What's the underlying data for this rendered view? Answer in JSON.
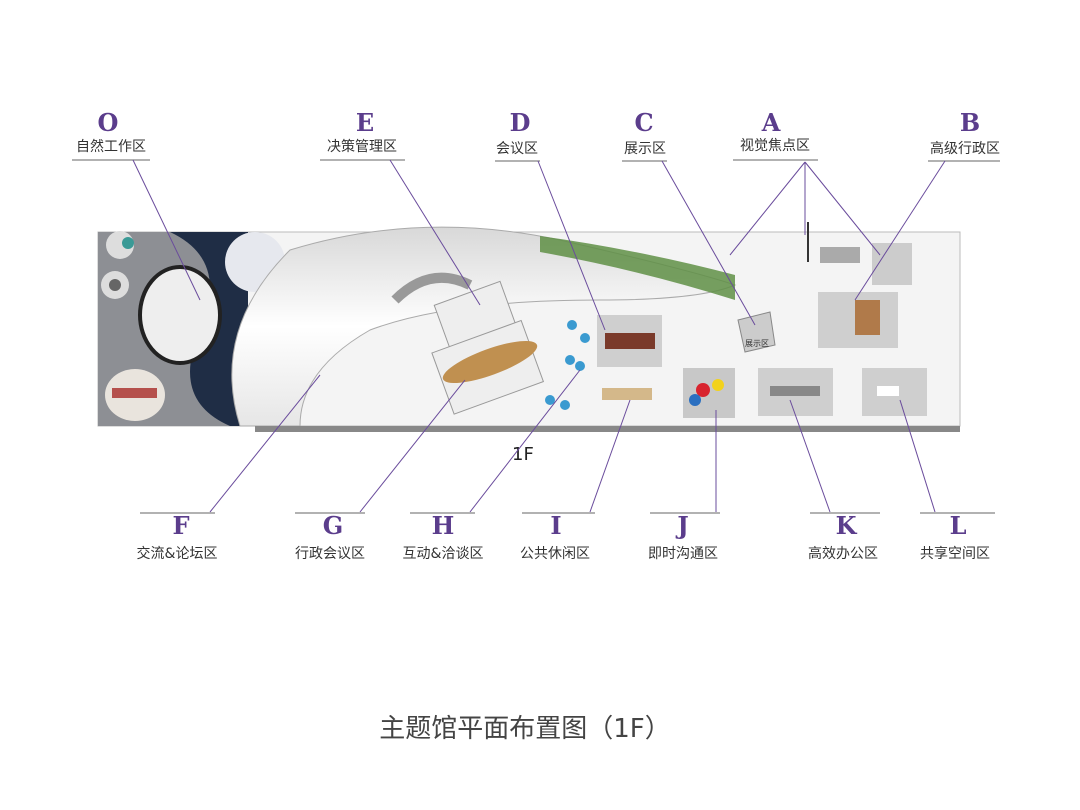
{
  "caption": "主题馆平面布置图（1F）",
  "floor_label": "1F",
  "inner_label": "展示区",
  "colors": {
    "letter": "#5b3d8c",
    "leader": "#6a4c9c"
  },
  "zones_top": [
    {
      "letter": "O",
      "name": "自然工作区"
    },
    {
      "letter": "E",
      "name": "决策管理区"
    },
    {
      "letter": "D",
      "name": "会议区"
    },
    {
      "letter": "C",
      "name": "展示区"
    },
    {
      "letter": "A",
      "name": "视觉焦点区"
    },
    {
      "letter": "B",
      "name": "高级行政区"
    }
  ],
  "zones_bottom": [
    {
      "letter": "F",
      "name": "交流&论坛区"
    },
    {
      "letter": "G",
      "name": "行政会议区"
    },
    {
      "letter": "H",
      "name": "互动&洽谈区"
    },
    {
      "letter": "I",
      "name": "公共休闲区"
    },
    {
      "letter": "J",
      "name": "即时沟通区"
    },
    {
      "letter": "K",
      "name": "高效办公区"
    },
    {
      "letter": "L",
      "name": "共享空间区"
    }
  ]
}
